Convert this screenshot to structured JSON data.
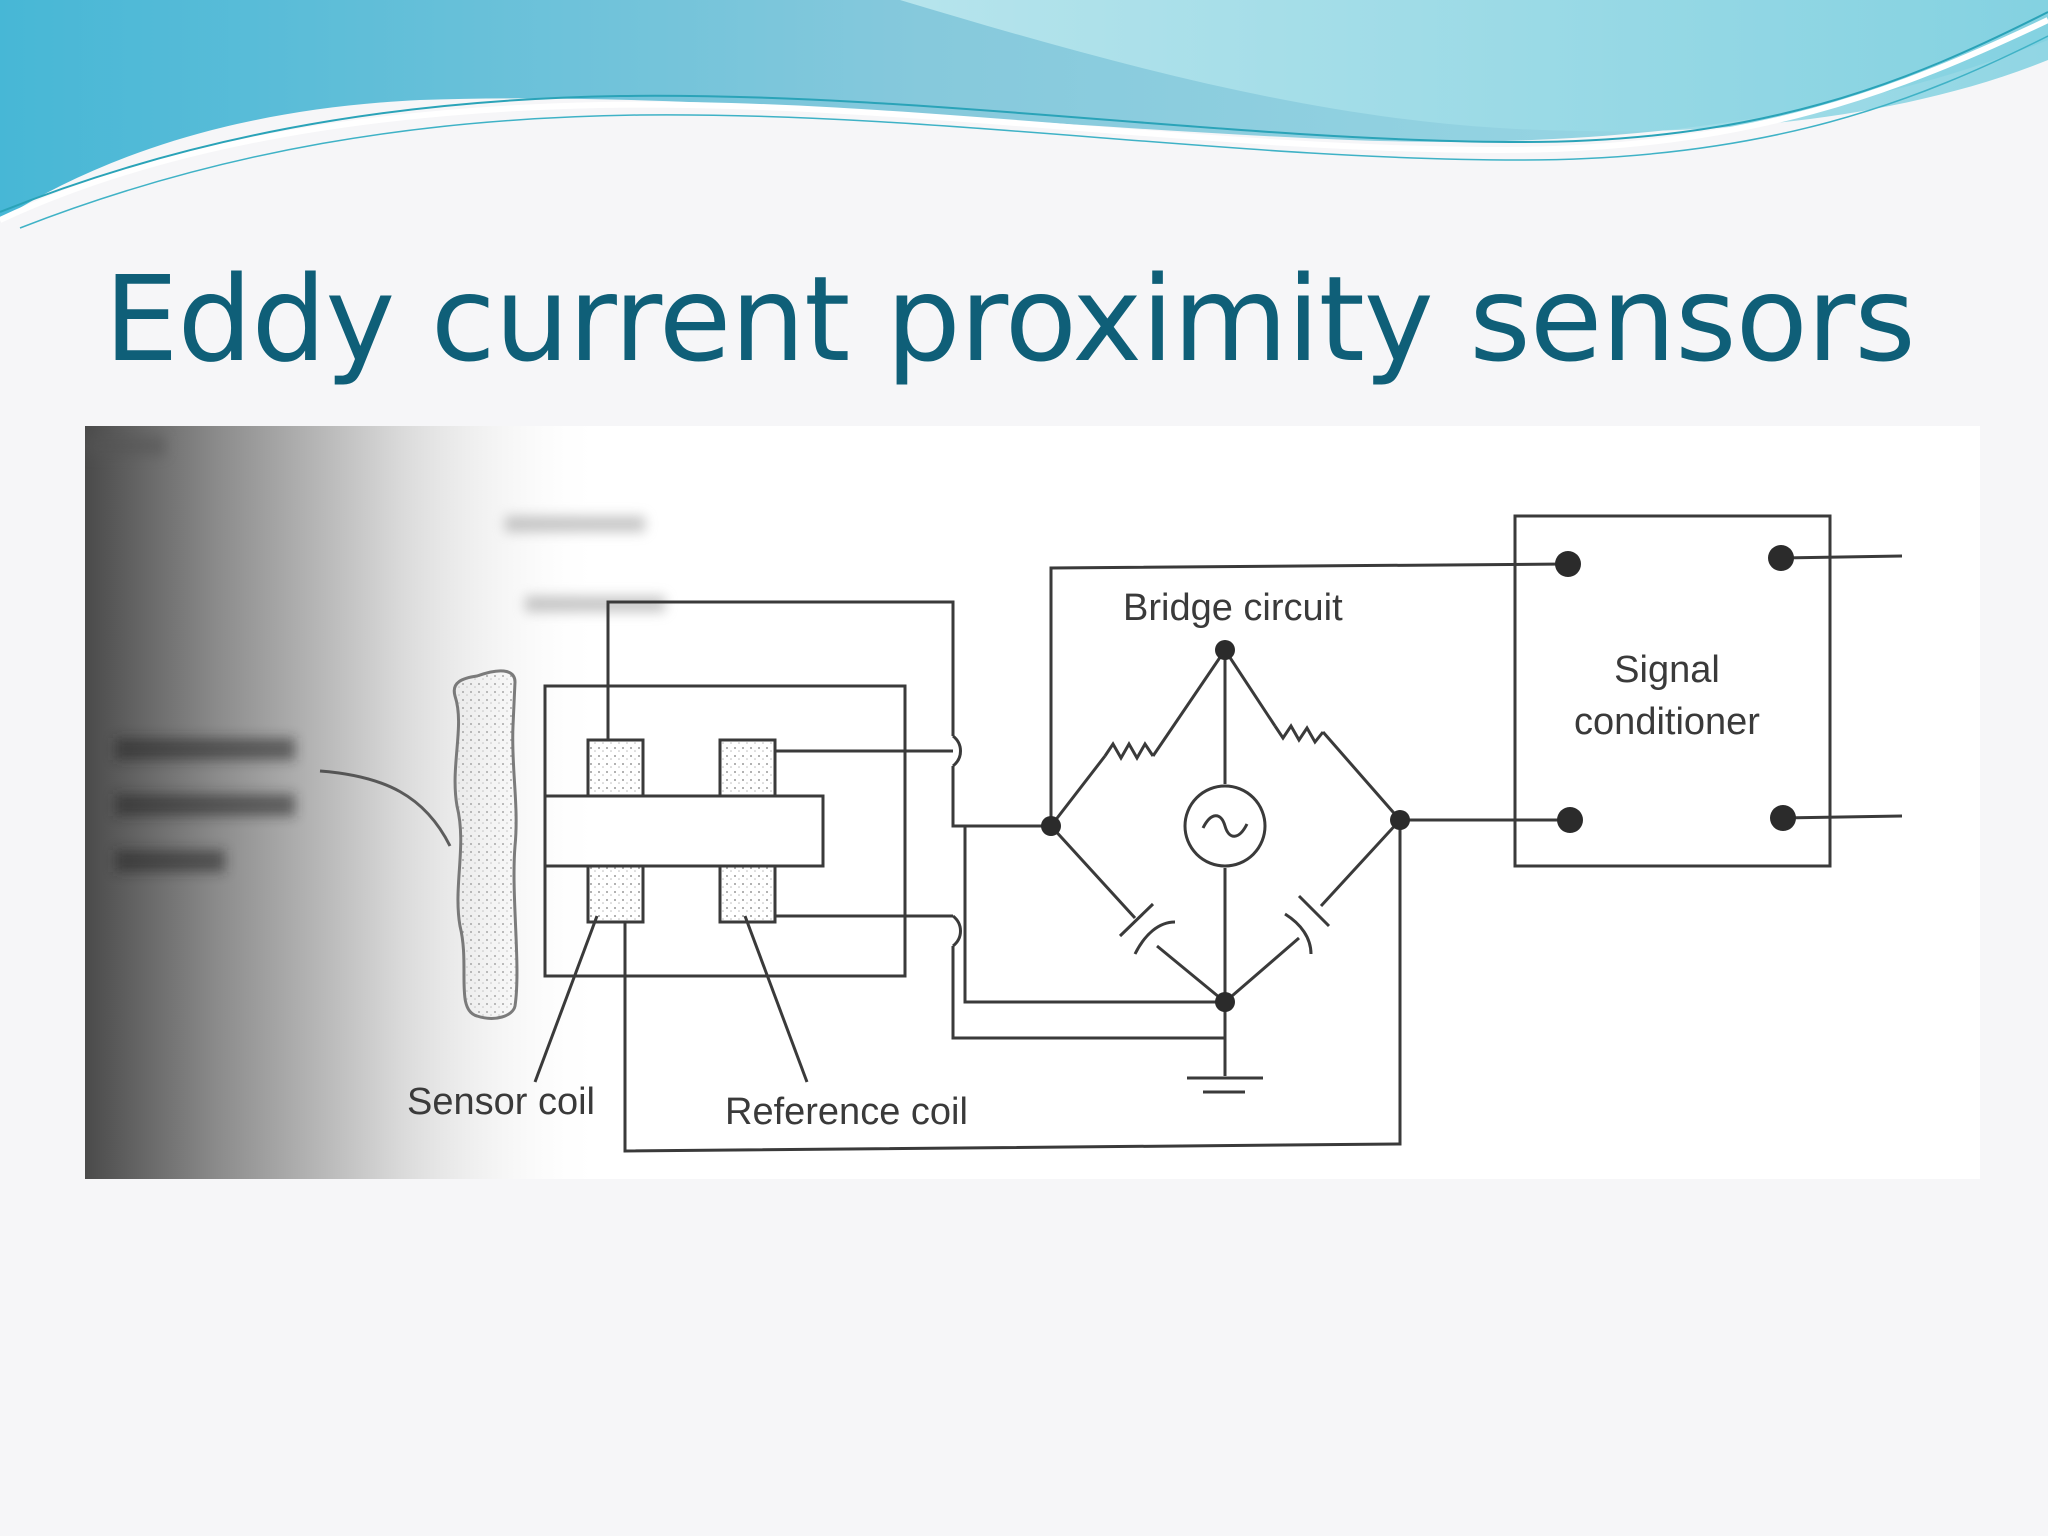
{
  "slide": {
    "title": "Eddy current proximity sensors"
  },
  "diagram": {
    "labels": {
      "bridge_circuit": "Bridge circuit",
      "signal_conditioner_line1": "Signal",
      "signal_conditioner_line2": "conditioner",
      "sensor_coil": "Sensor coil",
      "reference_coil": "Reference coil"
    },
    "icons": {
      "ac_source": "ac-source-icon",
      "ground": "ground-icon"
    },
    "colors": {
      "title": "#0f5f78",
      "wave_dark": "#3aa6c6",
      "wave_light": "#a8e2ea",
      "line": "#3a3a3a"
    }
  }
}
